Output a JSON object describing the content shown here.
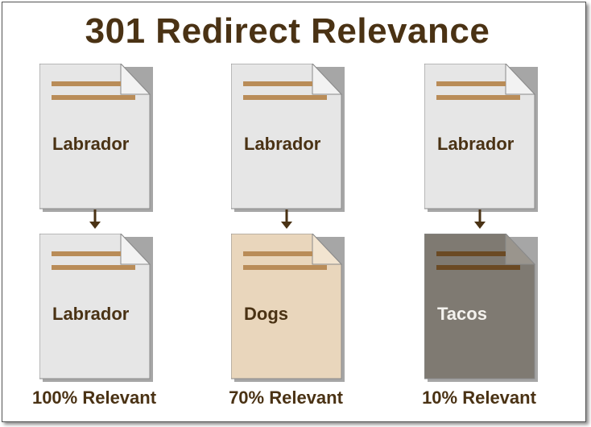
{
  "title": "301 Redirect Relevance",
  "columns": [
    {
      "source": {
        "label": "Labrador"
      },
      "target": {
        "label": "Labrador"
      },
      "relevance": "100% Relevant",
      "target_colors": {
        "fill": "#e6e6e6",
        "fold": "#f2f2f2",
        "line": "#b98c58",
        "text": "#4a3214"
      }
    },
    {
      "source": {
        "label": "Labrador"
      },
      "target": {
        "label": "Dogs"
      },
      "relevance": "70% Relevant",
      "target_colors": {
        "fill": "#e9d6bc",
        "fold": "#f2e4d0",
        "line": "#b98c58",
        "text": "#4a3214"
      }
    },
    {
      "source": {
        "label": "Labrador"
      },
      "target": {
        "label": "Tacos"
      },
      "relevance": "10% Relevant",
      "target_colors": {
        "fill": "#7f7a72",
        "fold": "#9a958d",
        "line": "#6b4a24",
        "text": "#f4f2ee"
      }
    }
  ],
  "source_colors": {
    "fill": "#e6e6e6",
    "fold": "#f2f2f2",
    "line": "#b98c58",
    "text": "#4a3214"
  },
  "arrow_color": "#4a3214"
}
